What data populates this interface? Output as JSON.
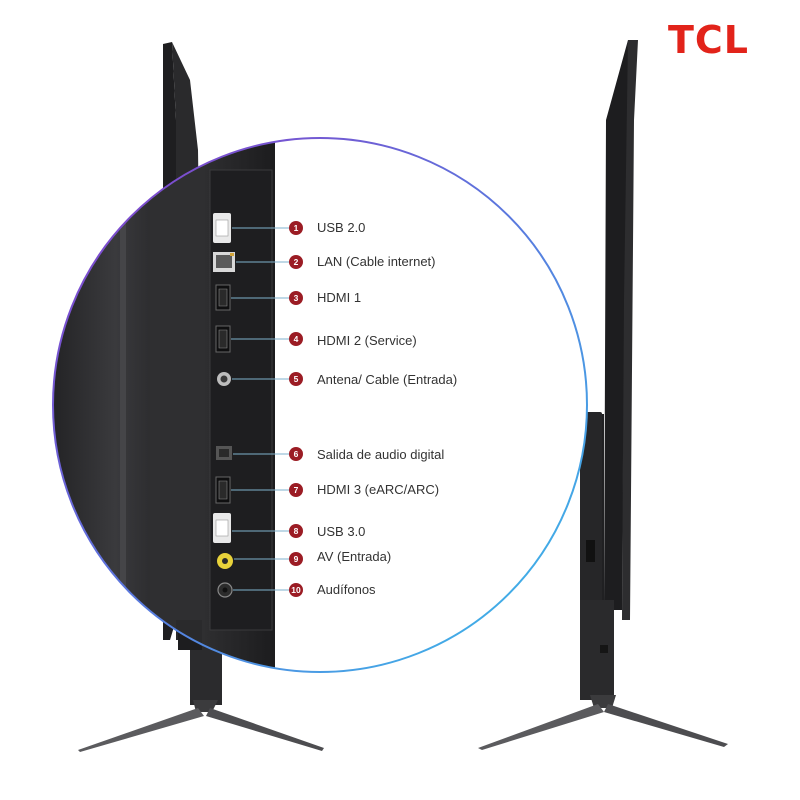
{
  "brand": {
    "logo_text": "TCL",
    "color": "#e2231a"
  },
  "ports": [
    {
      "number": "1",
      "label": "USB 2.0",
      "icon": "usb-port-icon"
    },
    {
      "number": "2",
      "label": "LAN (Cable internet)",
      "icon": "ethernet-port-icon"
    },
    {
      "number": "3",
      "label": "HDMI 1",
      "icon": "hdmi-port-icon"
    },
    {
      "number": "4",
      "label": "HDMI 2 (Service)",
      "icon": "hdmi-port-icon"
    },
    {
      "number": "5",
      "label": "Antena/ Cable (Entrada)",
      "icon": "coaxial-port-icon"
    },
    {
      "number": "6",
      "label": "Salida de audio digital",
      "icon": "optical-audio-port-icon"
    },
    {
      "number": "7",
      "label": "HDMI 3 (eARC/ARC)",
      "icon": "hdmi-port-icon"
    },
    {
      "number": "8",
      "label": "USB 3.0",
      "icon": "usb-port-icon"
    },
    {
      "number": "9",
      "label": "AV (Entrada)",
      "icon": "av-input-port-icon"
    },
    {
      "number": "10",
      "label": "Audífonos",
      "icon": "headphone-jack-icon"
    }
  ],
  "colors": {
    "badge": "#9b1c24",
    "leader_line": "#7fb2cc",
    "tv_body": "#2b2b2d",
    "circle_gradient": [
      "#8a3cc8",
      "#4f7ee0",
      "#38c0ea"
    ]
  }
}
